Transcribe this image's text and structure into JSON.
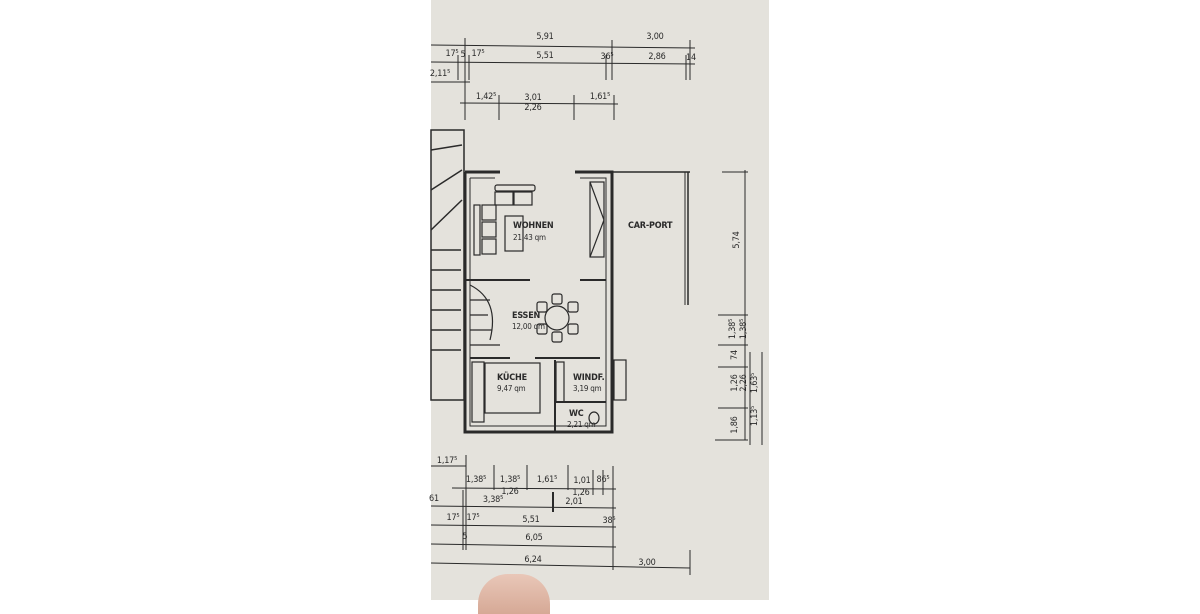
{
  "rooms": {
    "wohnen": {
      "name": "WOHNEN",
      "area": "21,43 qm"
    },
    "essen": {
      "name": "ESSEN",
      "area": "12,00 qm"
    },
    "kueche": {
      "name": "KÜCHE",
      "area": "9,47 qm"
    },
    "windf": {
      "name": "WINDF.",
      "area": "3,19 qm"
    },
    "wc": {
      "name": "WC",
      "area": "2,21 qm"
    },
    "carport": {
      "name": "CAR-PORT"
    }
  },
  "dims_top": [
    "5,91",
    "3,00",
    "17⁵",
    "5",
    "17⁵",
    "5,51",
    "36⁵",
    "2,86",
    "14",
    "2,11⁵",
    "1,42⁵",
    "3,01",
    "2,26",
    "1,61⁵"
  ],
  "dims_bottom": [
    "1,17⁵",
    "1,38⁵",
    "1,38⁵",
    "1,61⁵",
    "1,01",
    "86⁵",
    "1,26",
    "1,26",
    "61",
    "3,38⁵",
    "2,01",
    "17⁵",
    "17⁵",
    "5,51",
    "38⁵",
    "5",
    "6,05",
    "6,24",
    "3,00"
  ],
  "dims_right": [
    "5,74",
    "1,38⁵",
    "1,38⁵",
    "74",
    "1,26",
    "2,26",
    "1,63⁵",
    "1,86",
    "1,13⁵"
  ],
  "colors": {
    "paper": "#e4e2dc",
    "ink": "#2a2a2a"
  }
}
